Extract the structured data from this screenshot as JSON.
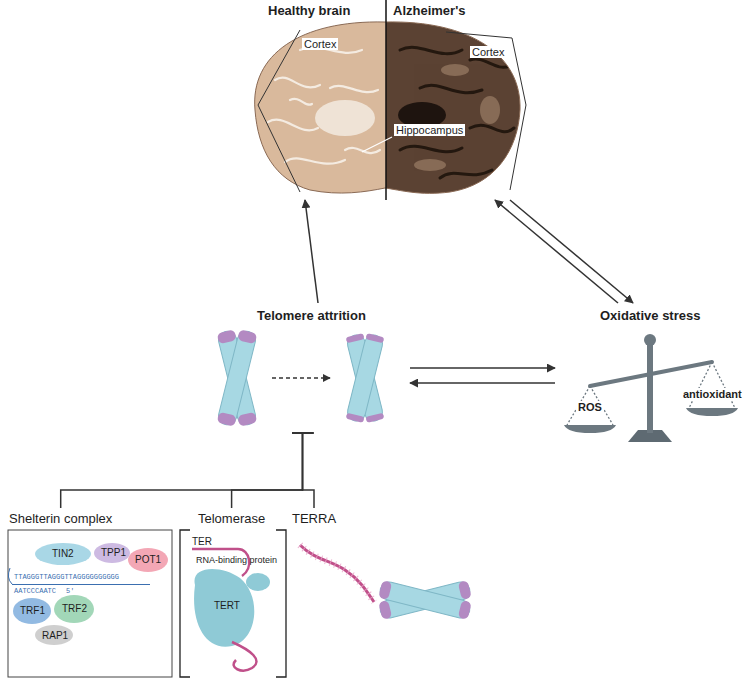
{
  "diagram": {
    "nodes": [
      {
        "text": [
          "Healthy brain",
          "Alzheimer's"
        ]
      },
      {
        "text": [
          "Telomere attrition"
        ]
      },
      {
        "text": [
          "Oxidative stress"
        ]
      },
      {
        "text": [
          "Shelterin complex"
        ]
      },
      {
        "text": [
          "Telomerase"
        ]
      },
      {
        "text": [
          "TERRA"
        ]
      }
    ],
    "edges": [
      {
        "from": 1,
        "to": 0,
        "arrow": "to"
      },
      {
        "from": 2,
        "to": 0,
        "arrow": "to"
      },
      {
        "from": 0,
        "to": 2,
        "arrow": "to"
      },
      {
        "from": 1,
        "to": 2,
        "arrow": "to"
      },
      {
        "from": 2,
        "to": 1,
        "arrow": "to"
      },
      {
        "from": 3,
        "to": 1,
        "arrow": "to"
      },
      {
        "from": 4,
        "to": 1,
        "arrow": "to"
      },
      {
        "from": 5,
        "to": 1,
        "arrow": "to"
      }
    ],
    "labels": [
      "Cortex",
      "Cortex",
      "Hippocampus",
      "ROS",
      "antioxidant",
      "TIN2",
      "TPP1",
      "POT1",
      "TTAGGGTTAGGGTTAGGGGGGGGGG",
      "AATCCCAATC",
      "5'",
      "TRF1",
      "TRF2",
      "RAP1",
      "TER",
      "RNA-binding protein",
      "TERT"
    ]
  }
}
